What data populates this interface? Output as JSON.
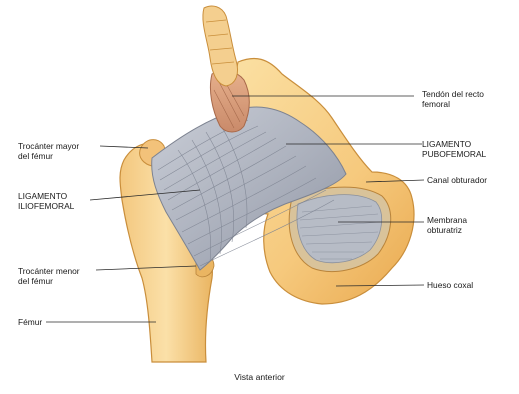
{
  "diagram": {
    "caption": "Vista anterior",
    "labels": {
      "trocanter_mayor": [
        "Trocánter mayor",
        "del fémur"
      ],
      "ligamento_iliofemoral": [
        "LIGAMENTO",
        "ILIOFEMORAL"
      ],
      "trocanter_menor": [
        "Trocánter menor",
        "del fémur"
      ],
      "femur": [
        "Fémur"
      ],
      "tendon_recto": [
        "Tendón del recto",
        "femoral"
      ],
      "ligamento_pubofemoral": [
        "LIGAMENTO",
        "PUBOFEMORAL"
      ],
      "canal_obturador": [
        "Canal obturador"
      ],
      "membrana_obturatriz": [
        "Membrana",
        "obturatriz"
      ],
      "hueso_coxal": [
        "Hueso coxal"
      ]
    }
  }
}
